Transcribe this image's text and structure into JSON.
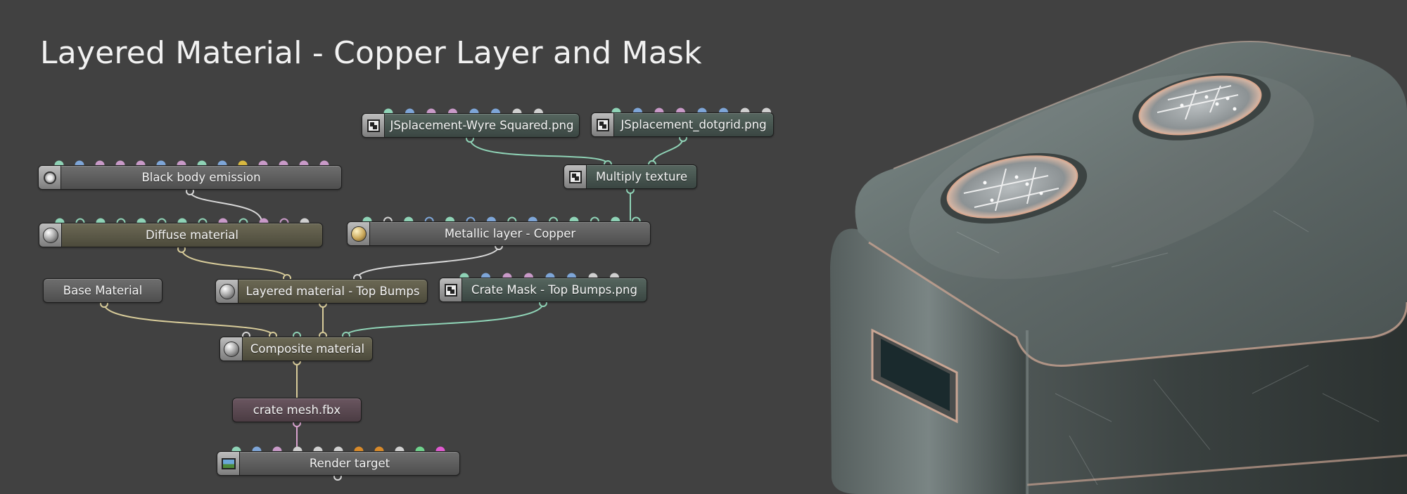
{
  "page": {
    "title": "Layered Material - Copper Layer and Mask"
  },
  "colors": {
    "background": "#414141",
    "wire_teal": "#8fd3b6",
    "wire_tan": "#d8cc9a",
    "wire_white": "#d8d8d8",
    "wire_pink": "#d9a3cf",
    "pin_teal": "#8fd3b6",
    "pin_blue": "#7ea6d8",
    "pin_pink": "#c99ac8",
    "pin_light": "#d0d0d0",
    "pin_yellow": "#d8b840",
    "pin_orange": "#d88a2a",
    "pin_green": "#6fd28c",
    "pin_magenta": "#e05ad0"
  },
  "nodes": [
    {
      "id": "jsp_wyre",
      "label": "JSplacement-Wyre Squared.png",
      "icon": "texture-icon",
      "style": "teal",
      "pins": [
        "pin_teal",
        "pin_blue",
        "pin_pink",
        "pin_pink",
        "pin_blue",
        "pin_blue",
        "pin_light",
        "pin_light"
      ]
    },
    {
      "id": "jsp_dotgrid",
      "label": "JSplacement_dotgrid.png",
      "icon": "texture-icon",
      "style": "teal",
      "pins": [
        "pin_teal",
        "pin_blue",
        "pin_pink",
        "pin_pink",
        "pin_blue",
        "pin_blue",
        "pin_light",
        "pin_light"
      ]
    },
    {
      "id": "black_body",
      "label": "Black body emission",
      "icon": "emitter-icon",
      "style": "grey",
      "pins": [
        "pin_teal",
        "pin_blue",
        "pin_pink",
        "pin_pink",
        "pin_pink",
        "pin_blue",
        "pin_pink",
        "pin_teal",
        "pin_blue",
        "pin_yellow",
        "pin_pink",
        "pin_pink",
        "pin_pink",
        "pin_pink"
      ]
    },
    {
      "id": "multiply",
      "label": "Multiply texture",
      "icon": "texture-icon",
      "style": "teal",
      "pins": []
    },
    {
      "id": "diffuse",
      "label": "Diffuse material",
      "icon": "sphere-icon",
      "style": "olive",
      "pins": [
        "pin_teal",
        "pin_teal",
        "pin_teal",
        "pin_teal",
        "pin_teal",
        "pin_teal",
        "pin_teal",
        "pin_teal",
        "pin_pink",
        "pin_teal",
        "pin_pink",
        "pin_pink",
        "pin_light"
      ]
    },
    {
      "id": "metallic",
      "label": "Metallic layer - Copper",
      "icon": "gold-sphere-icon",
      "style": "grey",
      "pins": [
        "pin_teal",
        "pin_light",
        "pin_teal",
        "pin_blue",
        "pin_teal",
        "pin_blue",
        "pin_blue",
        "pin_teal",
        "pin_blue",
        "pin_teal",
        "pin_teal",
        "pin_teal",
        "pin_teal",
        "pin_teal"
      ]
    },
    {
      "id": "base",
      "label": "Base Material",
      "icon": "",
      "style": "grey",
      "pins": []
    },
    {
      "id": "layered",
      "label": "Layered material - Top Bumps",
      "icon": "sphere-icon",
      "style": "olive",
      "pins": []
    },
    {
      "id": "crate_mask",
      "label": "Crate Mask - Top Bumps.png",
      "icon": "texture-icon",
      "style": "teal",
      "pins": [
        "pin_teal",
        "pin_blue",
        "pin_pink",
        "pin_pink",
        "pin_blue",
        "pin_blue",
        "pin_light",
        "pin_light"
      ]
    },
    {
      "id": "composite",
      "label": "Composite material",
      "icon": "sphere-icon",
      "style": "olive",
      "pins": []
    },
    {
      "id": "crate_mesh",
      "label": "crate mesh.fbx",
      "icon": "",
      "style": "plum",
      "pins": []
    },
    {
      "id": "render_target",
      "label": "Render target",
      "icon": "image-icon",
      "style": "grey",
      "pins": [
        "pin_teal",
        "pin_blue",
        "pin_pink",
        "pin_light",
        "pin_light",
        "pin_light",
        "pin_orange",
        "pin_orange",
        "pin_light",
        "pin_green",
        "pin_magenta"
      ]
    }
  ]
}
